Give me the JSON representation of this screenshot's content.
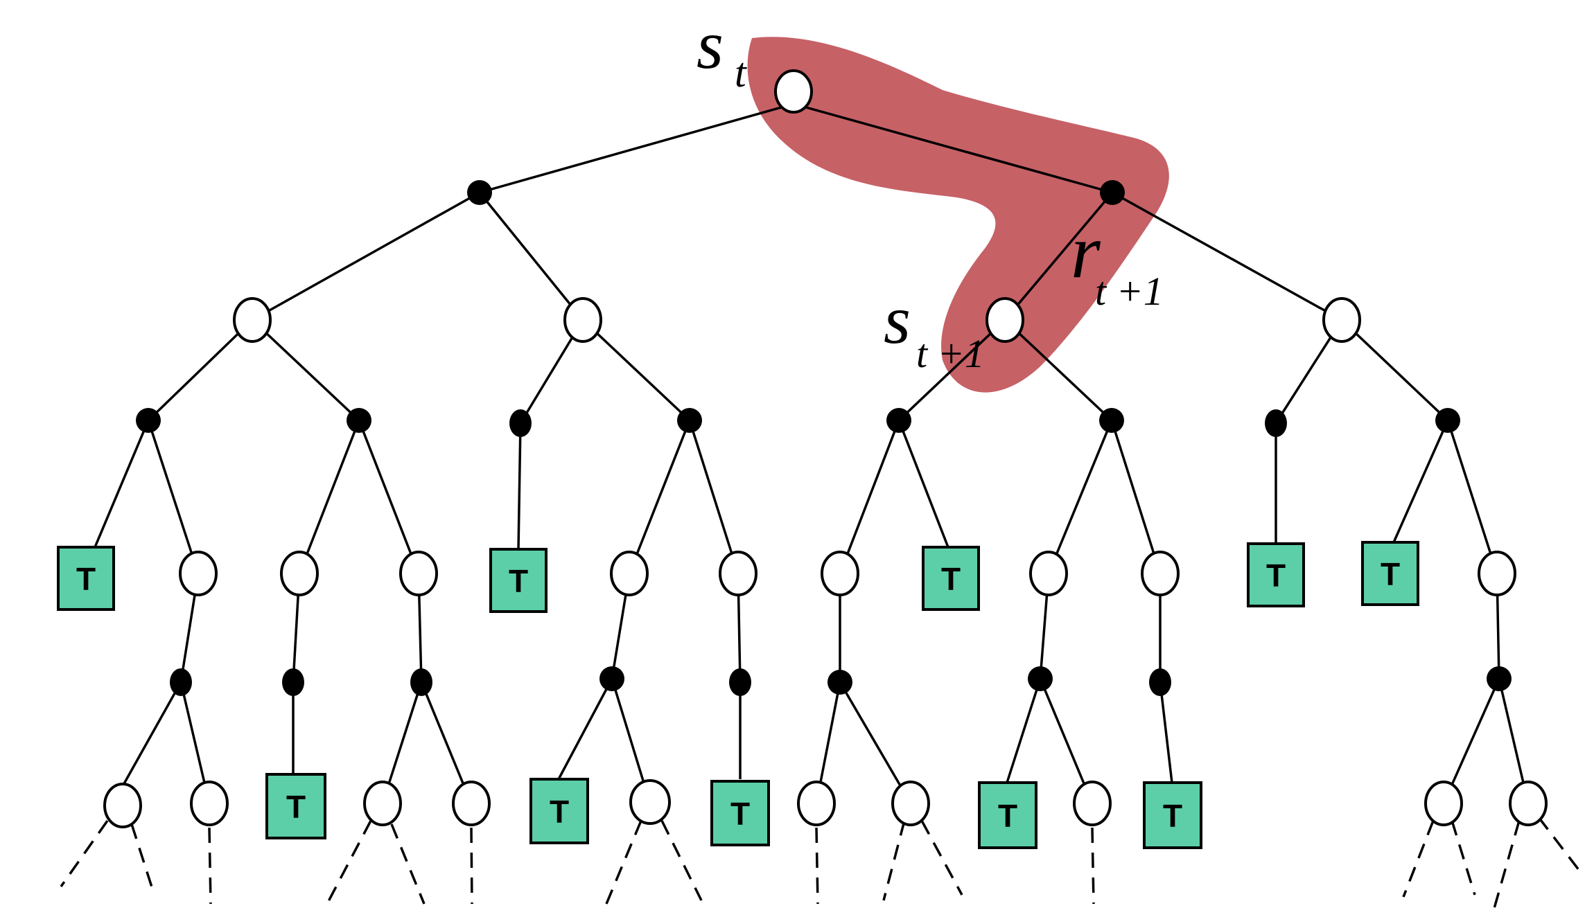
{
  "colors": {
    "highlight": "#c66166",
    "terminal_fill": "#5ccfa8",
    "state_fill": "#ffffff",
    "action_fill": "#000000",
    "line": "#000000"
  },
  "labels": {
    "root_state_symbol": "s",
    "root_state_subscript": "t",
    "reward_symbol": "r",
    "reward_subscript": "t +1",
    "next_state_symbol": "s",
    "next_state_subscript": "t +1"
  },
  "terminal_label": "T"
}
